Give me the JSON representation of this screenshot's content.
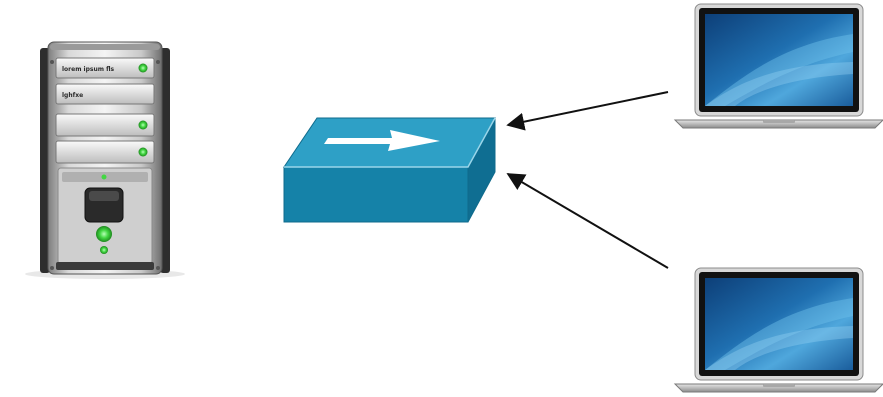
{
  "diagram": {
    "nodes": [
      {
        "id": "server",
        "icon": "tower-server-icon",
        "bay_labels": [
          "lorem ipsum fls",
          "lghfxe"
        ]
      },
      {
        "id": "switch",
        "icon": "network-switch-icon",
        "color": "#1582a8"
      },
      {
        "id": "laptop-top",
        "icon": "laptop-icon"
      },
      {
        "id": "laptop-bottom",
        "icon": "laptop-icon"
      }
    ],
    "edges": [
      {
        "from": "laptop-top",
        "to": "switch",
        "style": "arrow"
      },
      {
        "from": "laptop-bottom",
        "to": "switch",
        "style": "arrow"
      }
    ],
    "colors": {
      "switch": "#1582a8",
      "switch_top": "#2ea0c6",
      "led": "#43d743",
      "arrow": "#111111",
      "screen": "#1f6fb0"
    }
  }
}
